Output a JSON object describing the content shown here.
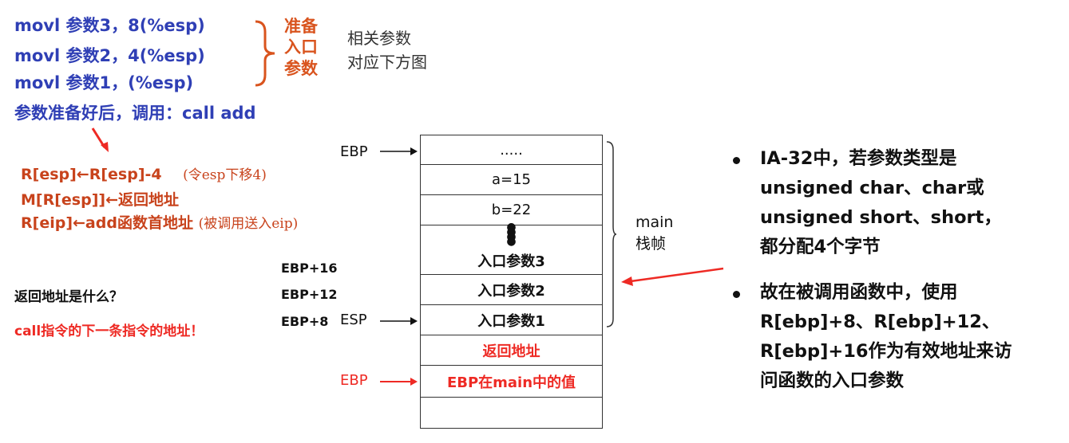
{
  "code": {
    "line1": "movl  参数3，8(%esp)",
    "line2": "movl  参数2，4(%esp)",
    "line3": "movl  参数1，(%esp)",
    "line4": "参数准备好后，调用：call   add"
  },
  "brace_label": {
    "l1": "准备",
    "l2": "入口",
    "l3": "参数"
  },
  "note": {
    "l1": "相关参数",
    "l2": "对应下方图"
  },
  "call_steps": {
    "s1": "R[esp]←R[esp]-4",
    "s1_note": "(令esp下移4)",
    "s2": "M[R[esp]]←返回地址",
    "s3": "R[eip]←add函数首地址",
    "s3_note": "(被调用送入eip)"
  },
  "question": "返回地址是什么？",
  "answer": "call指令的下一条指令的地址！",
  "labels": {
    "ebp_top": "EBP",
    "ebp16": "EBP+16",
    "ebp12": "EBP+12",
    "ebp8": "EBP+8",
    "esp": "ESP",
    "ebp_bottom": "EBP"
  },
  "stack": {
    "c0": ".....",
    "c1": "a=15",
    "c2": "b=22",
    "c3": "入口参数3",
    "c4": "入口参数2",
    "c5": "入口参数1",
    "c6": "返回地址",
    "c7": "EBP在main中的值",
    "c8": ""
  },
  "main_frame": {
    "l1": "main",
    "l2": "栈帧"
  },
  "bullets": {
    "b1": [
      "IA-32中，若参数类型是",
      "unsigned char、char或",
      "unsigned short、short，",
      "都分配4个字节"
    ],
    "b2": [
      "故在被调用函数中，使用",
      "R[ebp]+8、R[ebp]+12、",
      "R[ebp]+16作为有效地址来访",
      "问函数的入口参数"
    ]
  },
  "colors": {
    "code": "#2f3fb5",
    "orange": "#d9541e",
    "red": "#ee2a24"
  }
}
